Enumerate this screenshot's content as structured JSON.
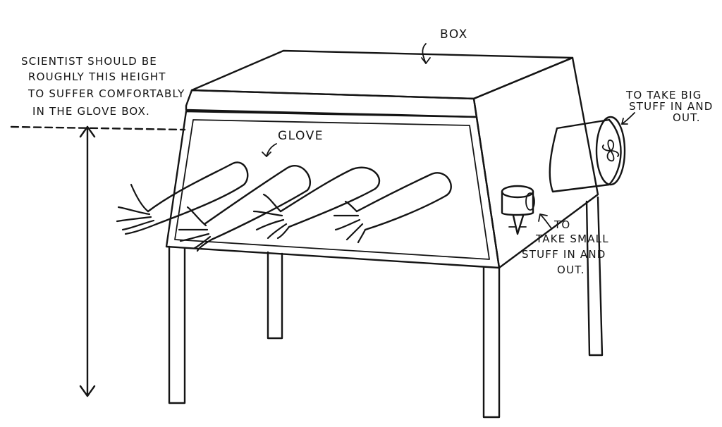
{
  "labels": {
    "box": "BOX",
    "glove": "GLOVE",
    "scientist_note": [
      "SCIENTIST SHOULD BE",
      "ROUGHLY THIS HEIGHT",
      "TO SUFFER COMFORTABLY",
      "IN THE GLOVE BOX."
    ],
    "big_port_note": [
      "TO TAKE BIG",
      "STUFF IN AND",
      "OUT."
    ],
    "small_port_note": [
      "TO",
      "TAKE SMALL",
      "STUFF IN AND",
      "OUT."
    ]
  }
}
